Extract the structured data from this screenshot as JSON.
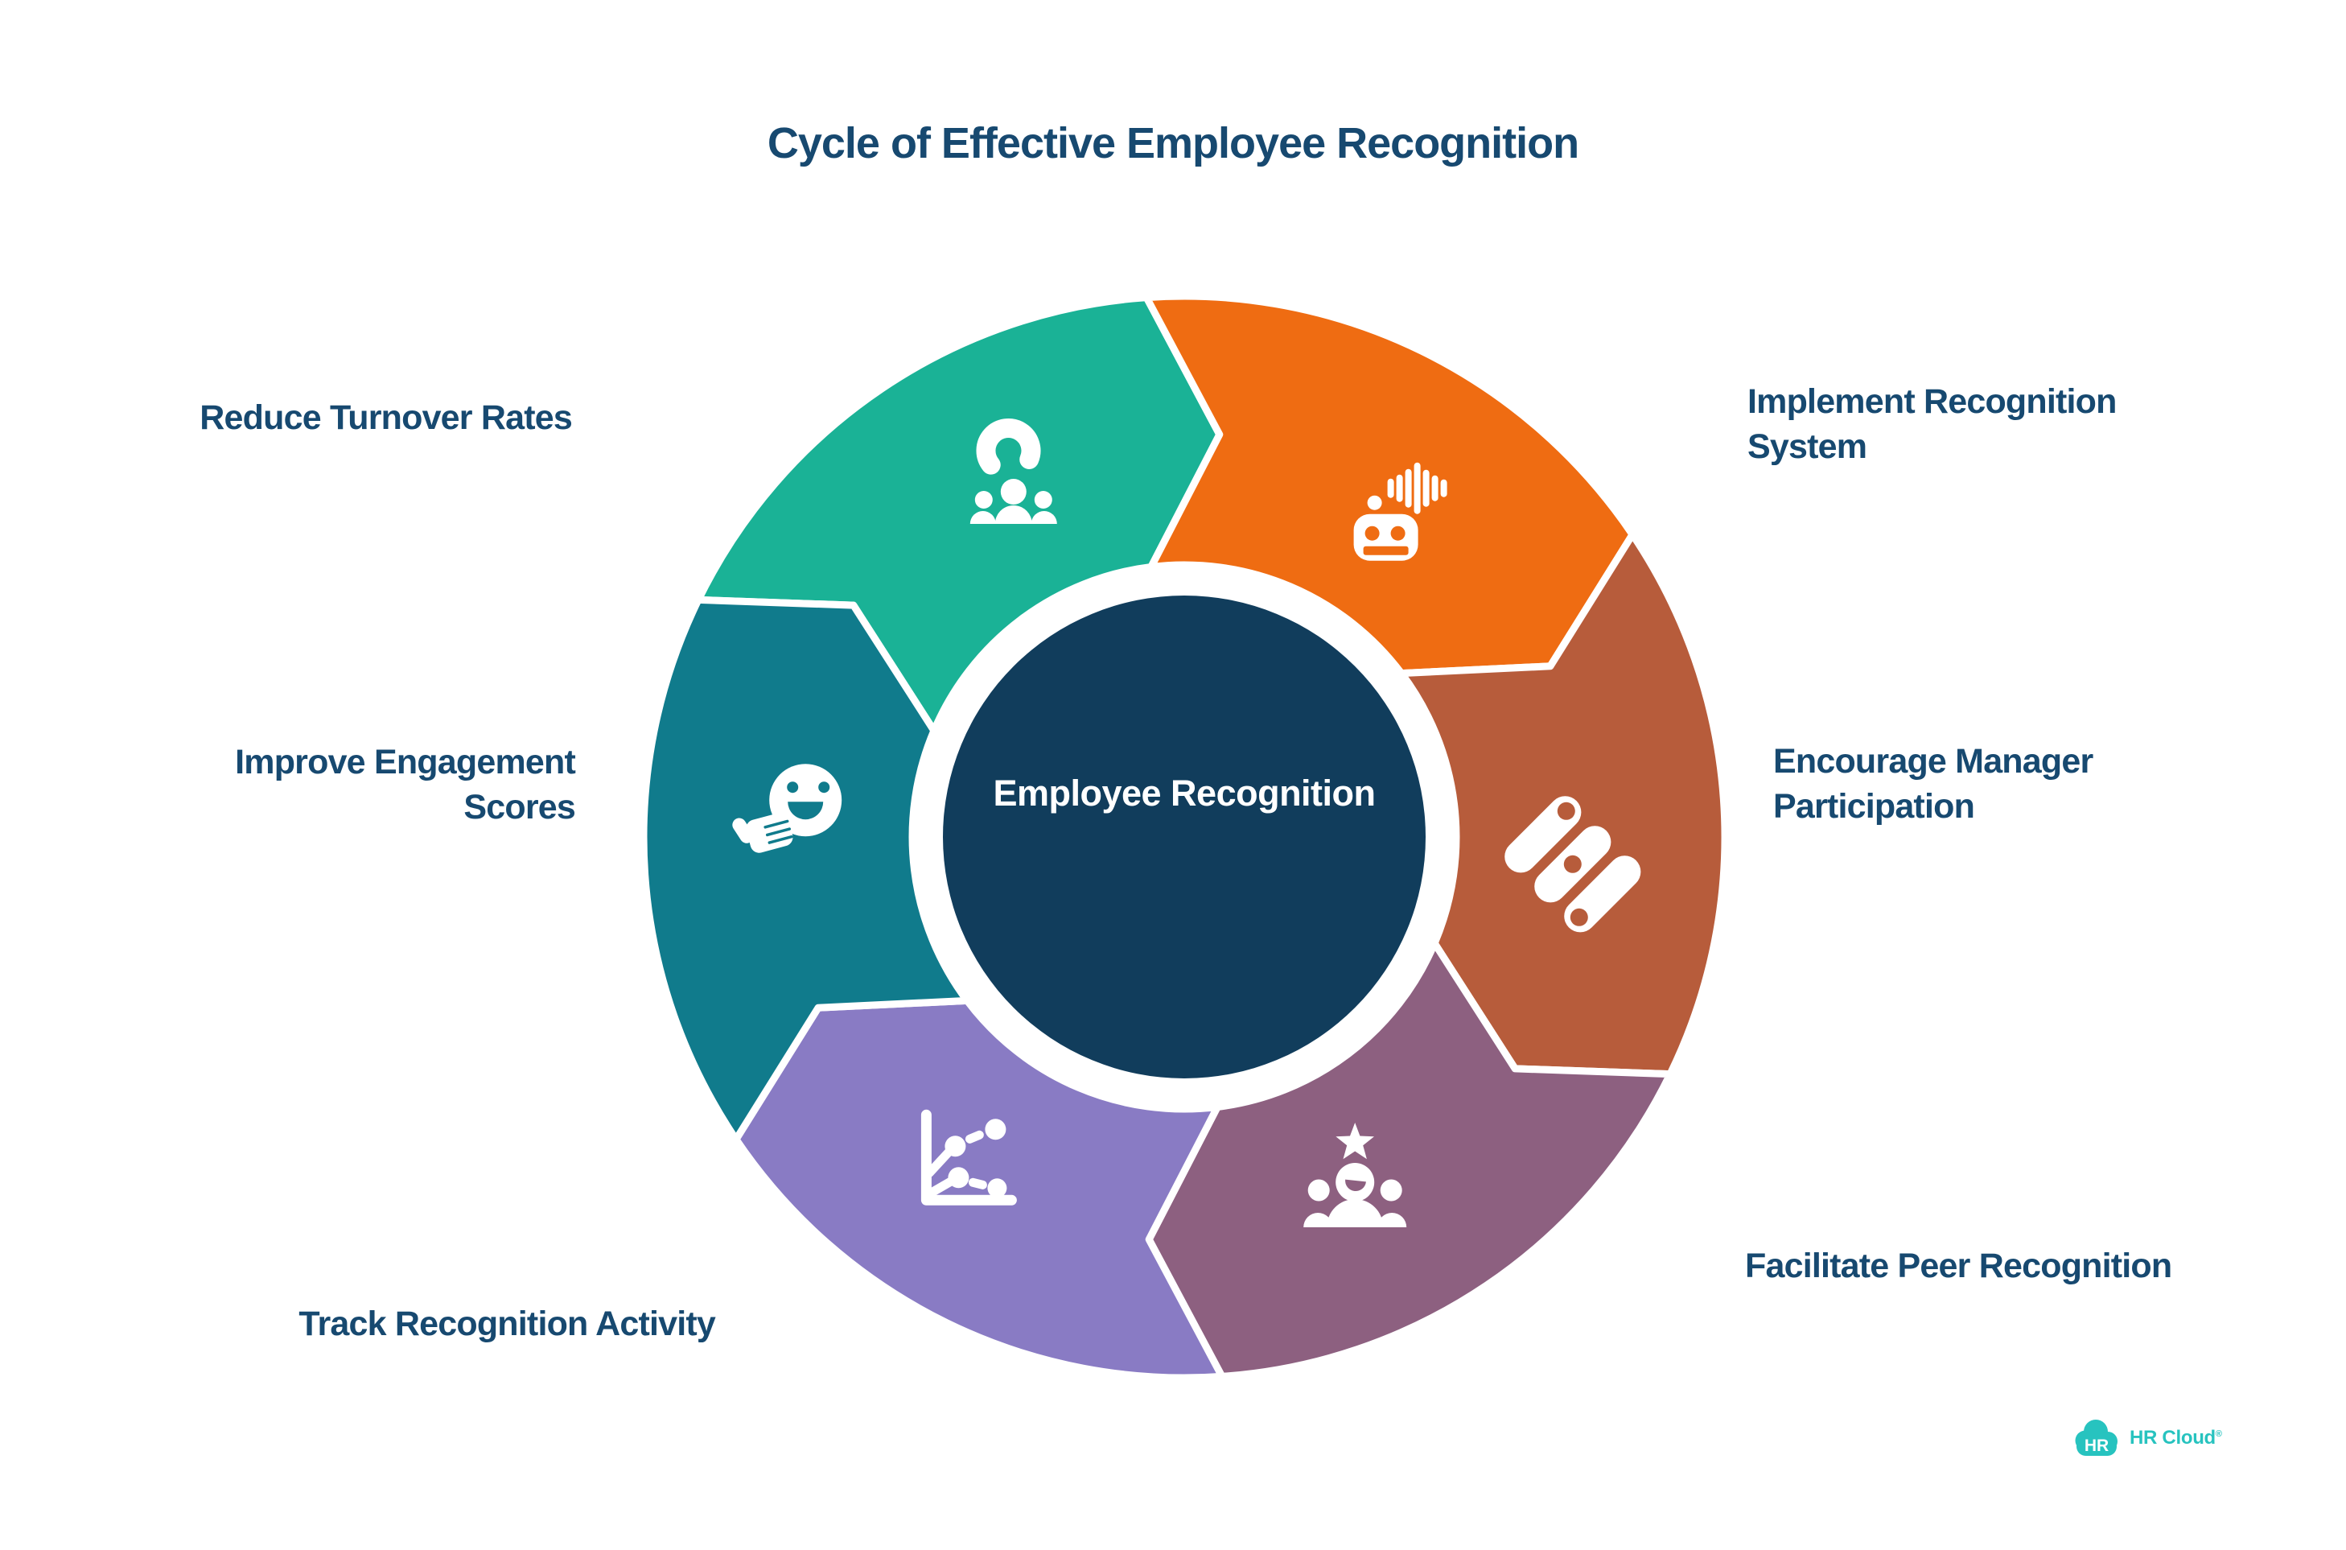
{
  "title": "Cycle of Effective Employee Recognition",
  "center": {
    "label": "Employee Recognition",
    "bg": "#113D5C",
    "ring": "#FFFFFF"
  },
  "segments": [
    {
      "id": "reduce-turnover-rates",
      "label": "Reduce Turnover Rates",
      "color": "#1AB296",
      "icon": "hand-picking-person-icon"
    },
    {
      "id": "implement-recognition-system",
      "label": "Implement Recognition\nSystem",
      "color": "#EF6C12",
      "icon": "robot-voice-icon"
    },
    {
      "id": "encourage-manager-participation",
      "label": "Encourage Manager\nParticipation",
      "color": "#B75C3B",
      "icon": "sliders-capsules-icon"
    },
    {
      "id": "facilitate-peer-recognition",
      "label": "Facilitate Peer Recognition",
      "color": "#8D6080",
      "icon": "star-employee-icon"
    },
    {
      "id": "track-recognition-activity",
      "label": "Track Recognition Activity",
      "color": "#897BC4",
      "icon": "scatter-chart-icon"
    },
    {
      "id": "improve-engagement-scores",
      "label": "Improve Engagement\nScores",
      "color": "#107B8C",
      "icon": "smiley-thumbs-up-icon"
    }
  ],
  "logo": {
    "badge_text": "HR",
    "brand": "HR Cloud",
    "registered": "®",
    "color": "#27C3BF"
  },
  "colors": {
    "text": "#174970",
    "background": "#FFFFFF"
  }
}
